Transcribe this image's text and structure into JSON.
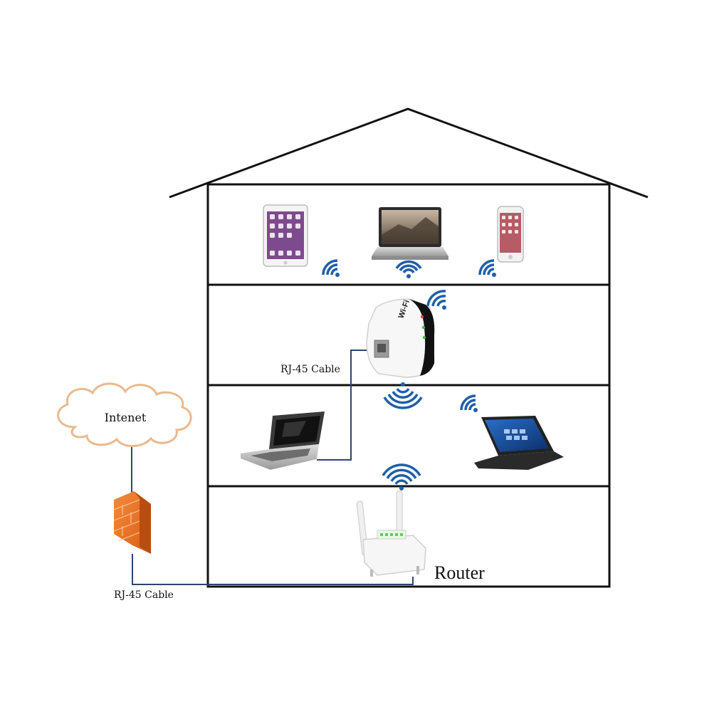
{
  "labels": {
    "internet": "Intenet",
    "cable_lower": "RJ-45 Cable",
    "cable_upper": "RJ-45 Cable",
    "router": "Router",
    "repeater_brand": "Wi-Fi"
  },
  "floors": [
    {
      "devices": [
        "tablet",
        "laptop",
        "smartphone"
      ]
    },
    {
      "devices": [
        "wifi-repeater"
      ]
    },
    {
      "devices": [
        "laptop",
        "convertible-laptop"
      ]
    },
    {
      "devices": [
        "router"
      ]
    }
  ],
  "colors": {
    "house_line": "#111111",
    "cable": "#2d4470",
    "wifi": "#1f5fa8",
    "cloud_stroke": "#e9b98f",
    "firewall": "#f07a2a"
  },
  "icons": [
    "cloud-icon",
    "firewall-icon",
    "tablet-icon",
    "laptop-icon",
    "smartphone-icon",
    "wifi-repeater-icon",
    "router-icon",
    "wifi-signal-icon"
  ]
}
